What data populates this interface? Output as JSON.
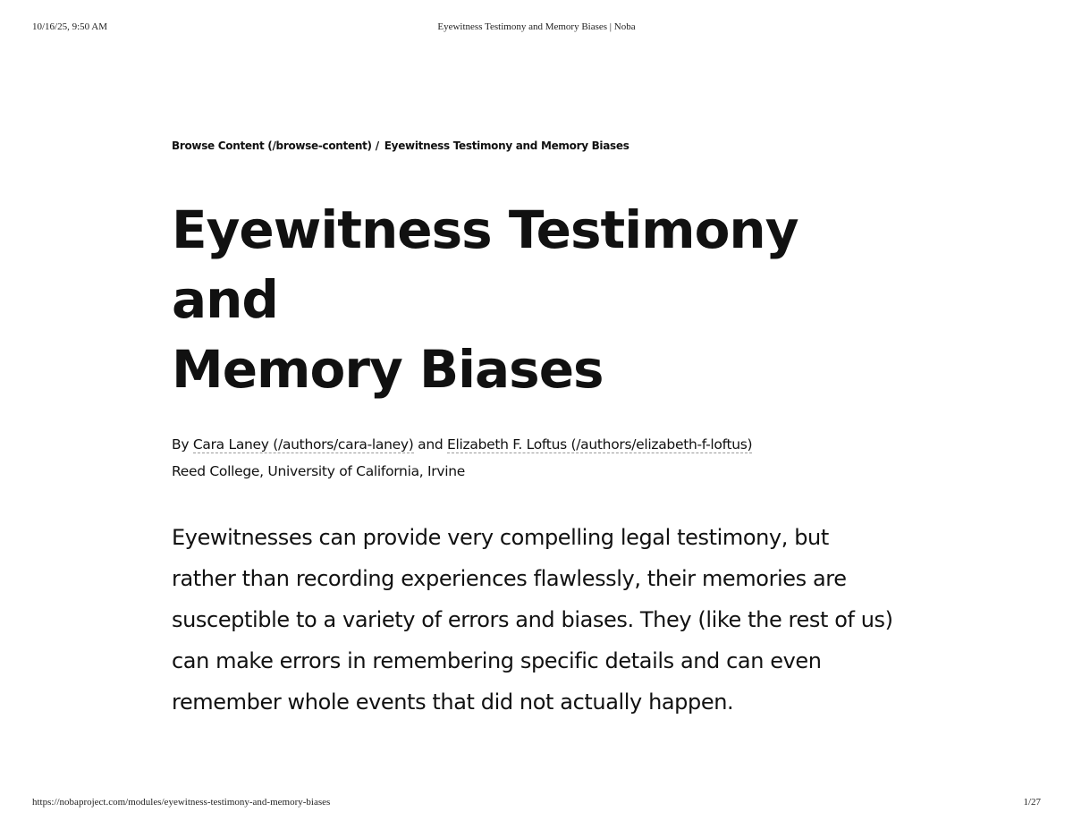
{
  "print_header": {
    "datetime": "10/16/25, 9:50 AM",
    "page_title": "Eyewitness Testimony and Memory Biases | Noba"
  },
  "print_footer": {
    "url": "https://nobaproject.com/modules/eyewitness-testimony-and-memory-biases",
    "page_count": "1/27"
  },
  "breadcrumb": {
    "parent_label": "Browse Content (/browse-content)",
    "separator": "/",
    "current": "Eyewitness Testimony and Memory Biases"
  },
  "title": {
    "line1": "Eyewitness Testimony and",
    "line2": "Memory Biases"
  },
  "byline": {
    "prefix": "By",
    "author1": "Cara Laney (/authors/cara-laney)",
    "conjunction": "and",
    "author2": "Elizabeth F. Loftus (/authors/elizabeth-f-loftus)",
    "affiliation": "Reed College, University of California, Irvine"
  },
  "abstract": "Eyewitnesses can provide very compelling legal testimony, but rather than recording experiences flawlessly, their memories are susceptible to a variety of errors and biases. They (like the rest of us) can make errors in remembering specific details and can even remember whole events that did not actually happen."
}
